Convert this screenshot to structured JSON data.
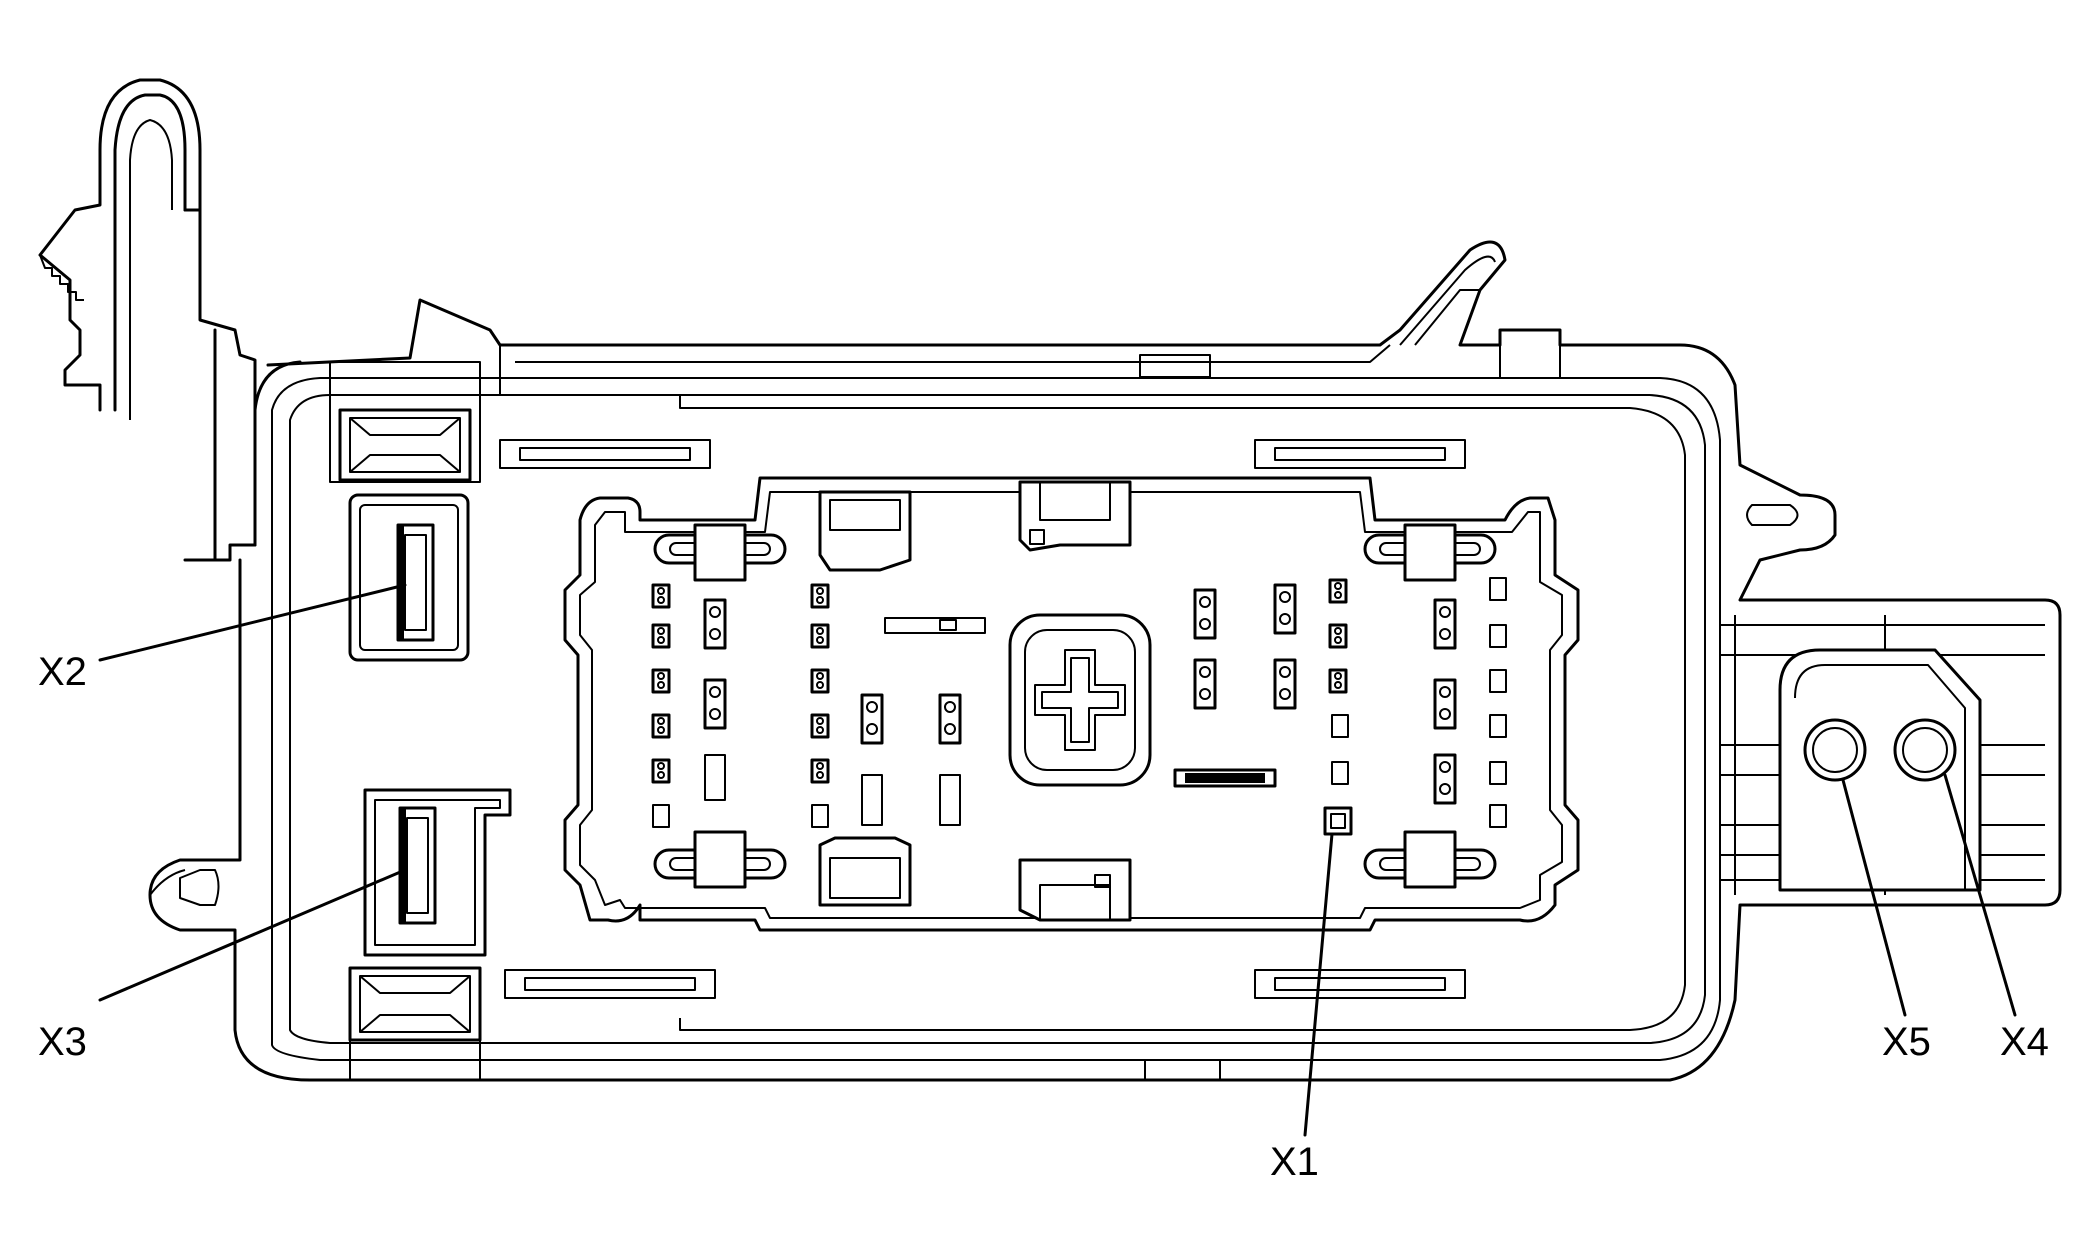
{
  "labels": {
    "x1": "X1",
    "x2": "X2",
    "x3": "X3",
    "x4": "X4",
    "x5": "X5"
  },
  "colors": {
    "stroke": "#000000",
    "background": "#ffffff"
  }
}
